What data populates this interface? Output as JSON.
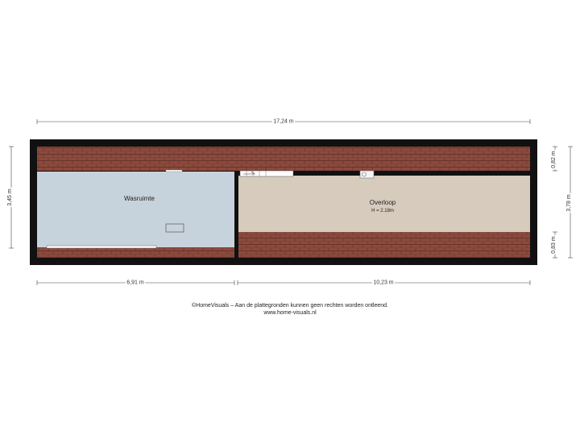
{
  "dimensions": {
    "total_width": "17,24 m",
    "left_height": "3,45 m",
    "right_height": "3,78 m",
    "right_top": "0,82 m",
    "right_bottom": "0,83 m",
    "bottom_left": "6,91 m",
    "bottom_right": "10,23 m"
  },
  "rooms": {
    "wasruimte": {
      "name": "Wasruimte"
    },
    "overloop": {
      "name": "Overloop",
      "height_label": "H = 2.18m"
    }
  },
  "colors": {
    "wall": "#111111",
    "roof_tile": "#8b4a3e",
    "roof_line": "#6b3429",
    "wasruimte_floor": "#c7d3dc",
    "overloop_floor": "#d7cbbd"
  },
  "footer": {
    "copyright": "©HomeVisuals – Aan de plattegronden kunnen geen rechten worden ontleend.",
    "url": "www.home-visuals.nl"
  }
}
